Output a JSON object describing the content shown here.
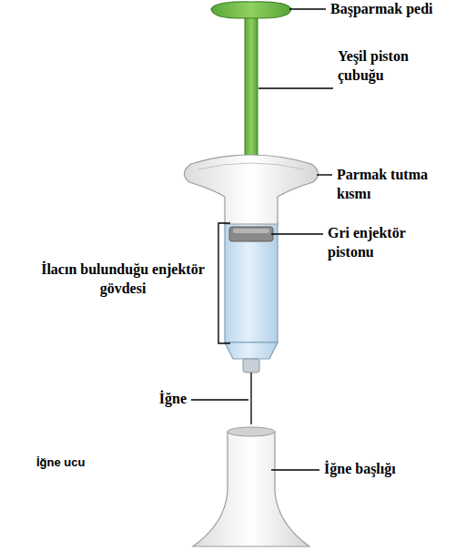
{
  "diagram": {
    "labels": [
      "Başparmak pedi",
      "Yeşil piston çubuğu",
      "Parmak tutma kısmı",
      "Gri enjektör pistonu",
      "İlacın bulunduğu enjektör gövdesi",
      "İğne",
      "İğne ucu",
      "İğne başlığı"
    ]
  }
}
